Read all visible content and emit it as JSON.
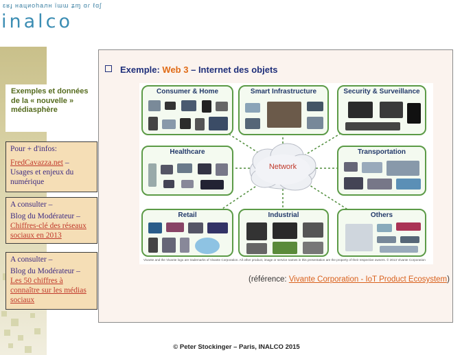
{
  "logo": {
    "script_line": "ɛʁɟ нациоhалн ïɯɯ ʑɱ ɑɾ ℓɑʃ",
    "name": "inalco"
  },
  "sidebar": {
    "title": "Exemples et données de la « nouvelle » médiasphère",
    "boxes": [
      {
        "heading": "Pour + d'infos:",
        "link": "FredCavazza.net",
        "text": " – Usages et enjeux du numérique"
      },
      {
        "heading": "A consulter –",
        "text": "Blog du Modérateur – ",
        "link": "Chiffres-clé des réseaux sociaux en 2013"
      },
      {
        "heading": "A consulter –",
        "text": "Blog du Modérateur – ",
        "link": "Les 50 chiffres à connaître sur les médias sociaux"
      }
    ]
  },
  "main": {
    "heading_prefix": "Exemple: ",
    "heading_accent": "Web 3",
    "heading_suffix": " – Internet des objets",
    "diagram": {
      "center": "Network",
      "categories": [
        "Consumer & Home",
        "Smart Infrastructure",
        "Security & Surveillance",
        "Healthcare",
        "Transportation",
        "Retail",
        "Industrial",
        "Others"
      ],
      "trademark": "Vivante and the Vivante logo are trademarks of Vivante Corporation. All other product, image or service names in this presentation are the property of their respective owners. © 2013 Vivante Corporation"
    },
    "reference_prefix": "(référence: ",
    "reference_link": "Vivante Corporation - IoT Product Ecosystem",
    "reference_suffix": ")"
  },
  "footer": "© Peter Stockinger – Paris, INALCO  2015",
  "colors": {
    "accent": "#e06a15",
    "heading": "#1f2f7a",
    "link": "#c0392b",
    "diagram_green": "#5b9a46"
  }
}
